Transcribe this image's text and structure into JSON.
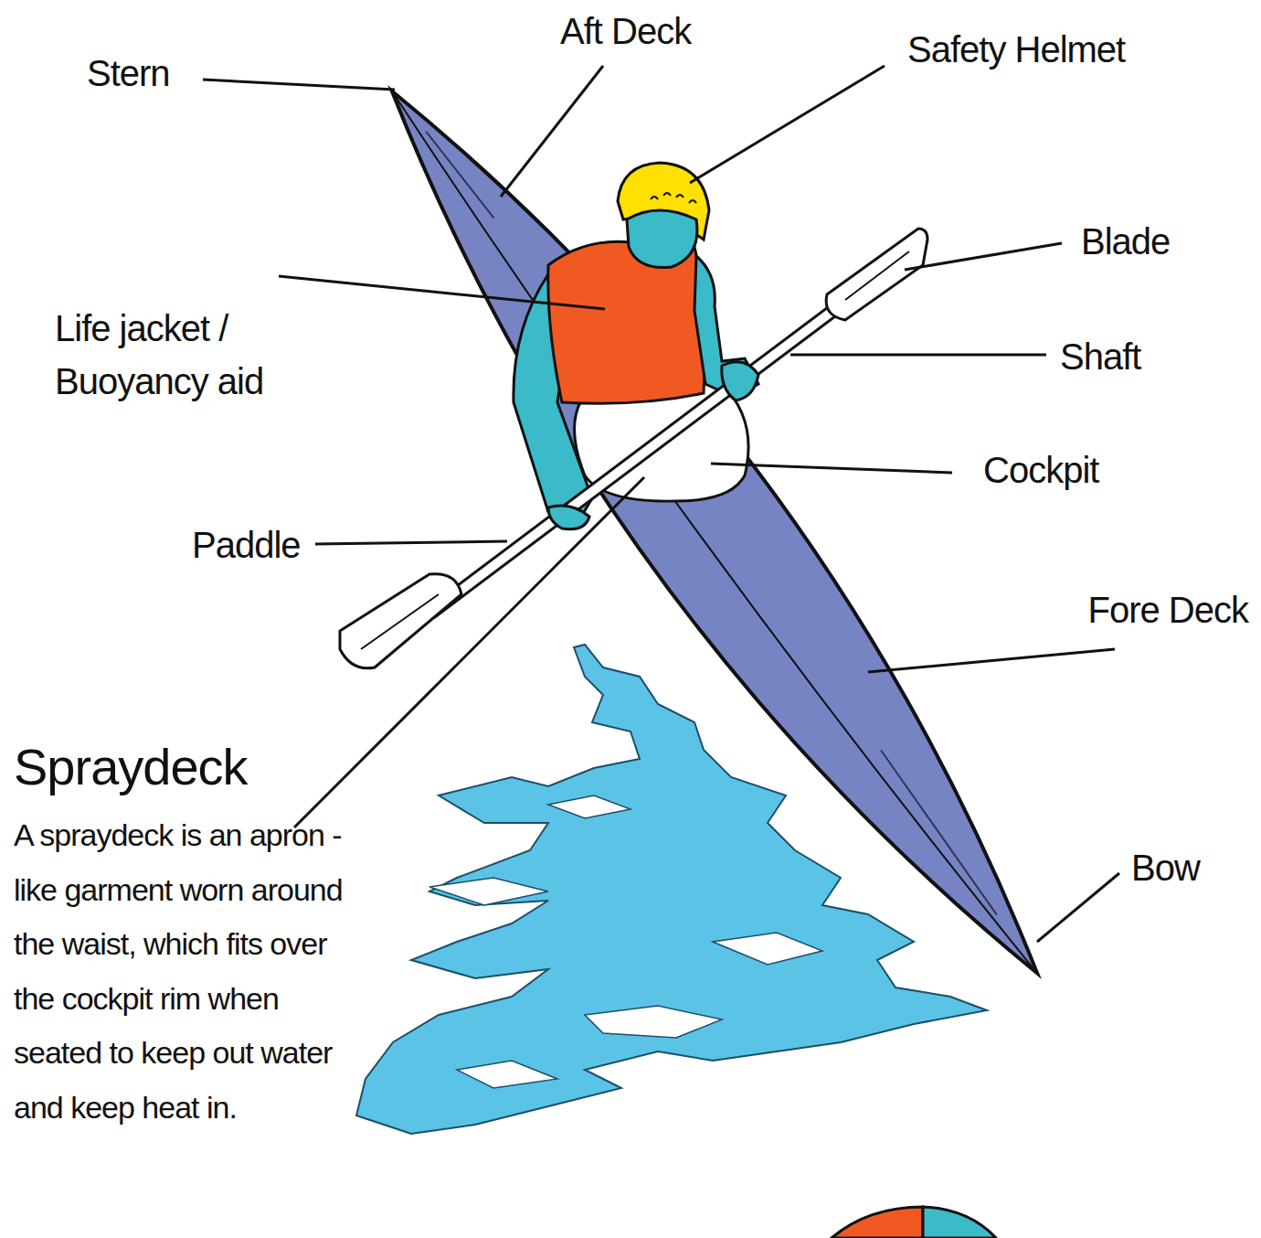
{
  "diagram": {
    "labels": [
      "Stern",
      "Aft Deck",
      "Safety Helmet",
      "Blade",
      "Shaft",
      "Life jacket / Buoyancy aid",
      "Cockpit",
      "Paddle",
      "Fore Deck",
      "Bow",
      "Spraydeck",
      "A spraydeck is an apron - like garment worn around the waist, which fits over the cockpit rim when seated to keep out water and keep heat in."
    ]
  }
}
